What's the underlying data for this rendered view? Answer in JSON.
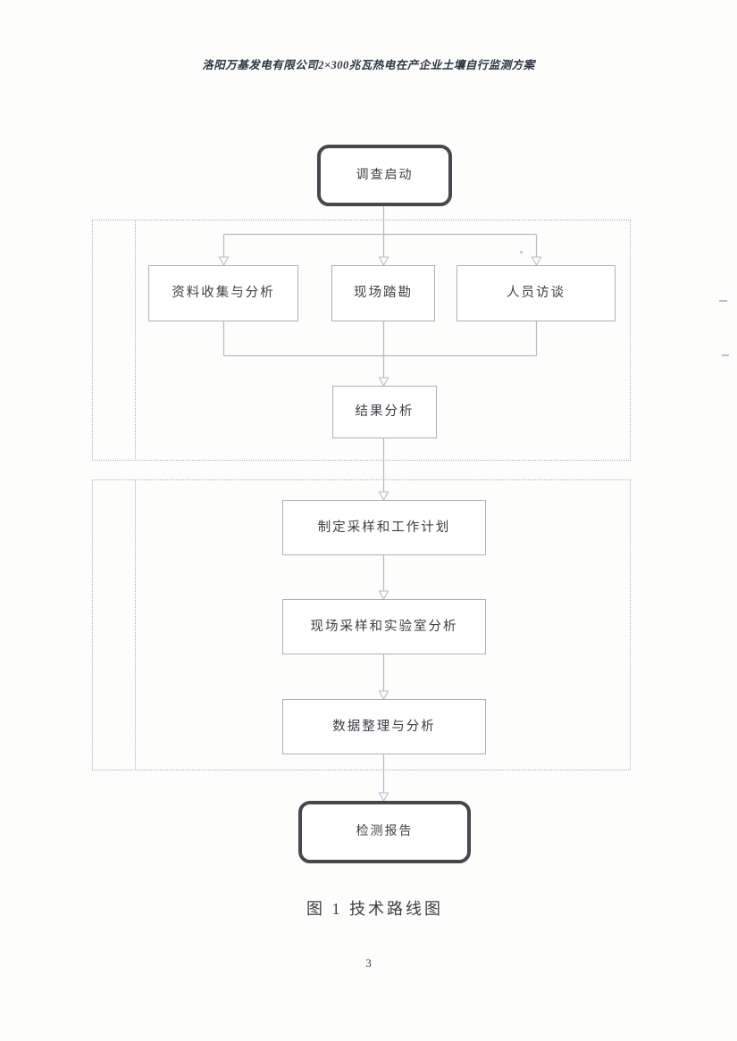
{
  "page": {
    "header_title": "洛阳万基发电有限公司2×300兆瓦热电在产企业土壤自行监测方案",
    "figure_caption": "图 1 技术路线图",
    "page_number": "3"
  },
  "flowchart": {
    "start_node": "调查启动",
    "phase1_nodes": [
      "资料收集与分析",
      "现场踏勘",
      "人员访谈"
    ],
    "phase1_result_node": "结果分析",
    "phase2_nodes": [
      "制定采样和工作计划",
      "现场采样和实验室分析",
      "数据整理与分析"
    ],
    "end_node": "检测报告"
  },
  "colors": {
    "terminal-border": "#45484c",
    "process-border": "#a9b2bb",
    "connector": "#b2bbc5",
    "group-outline": "#a8b3c0",
    "text": "#3a3f45",
    "header-text": "#2b3544"
  }
}
